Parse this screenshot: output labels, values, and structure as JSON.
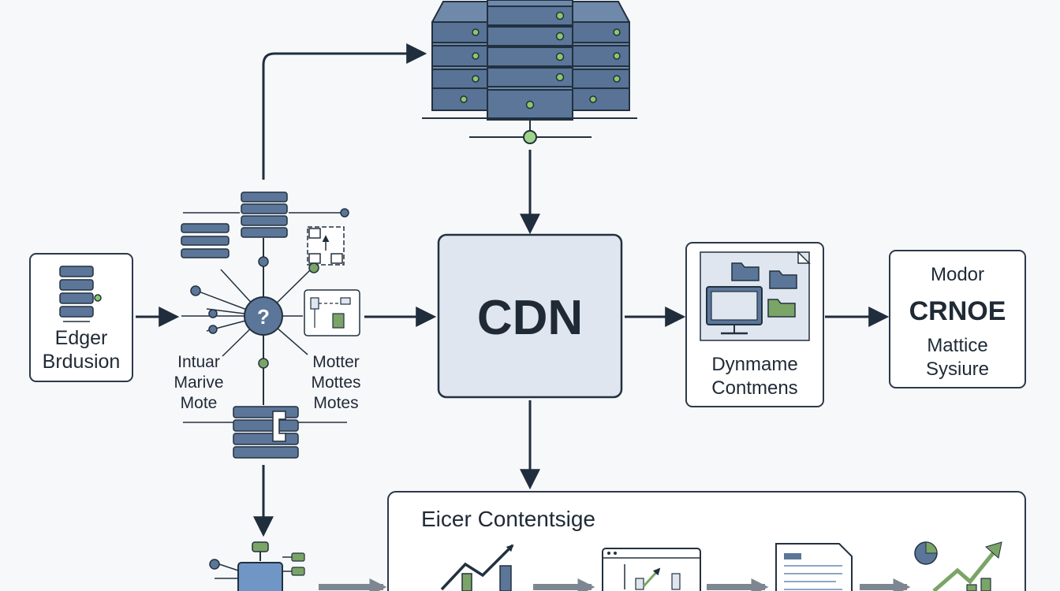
{
  "nodes": {
    "edge_box": {
      "line1": "Edger",
      "line2": "Brdusion"
    },
    "hub_left_label": {
      "line1": "Intuar",
      "line2": "Marive",
      "line3": "Mote"
    },
    "hub_right_label": {
      "line1": "Motter",
      "line2": "Mottes",
      "line3": "Motes"
    },
    "hub_center_symbol": "?",
    "cdn": {
      "label": "CDN"
    },
    "dynamic_box": {
      "line1": "Dynmame",
      "line2": "Contmens"
    },
    "modor_box": {
      "line1": "Modor",
      "line2": "CRNOE",
      "line3": "Mattice",
      "line4": "Sysiure"
    },
    "bottom_panel": {
      "title": "Eicer Contentsige"
    }
  },
  "colors": {
    "slate": "#4f6b8f",
    "slate_light": "#8ea6c2",
    "panel": "#dfe6ef",
    "green": "#7ba467",
    "arrow": "#1f2d3d",
    "arrow_gray": "#7d8792",
    "line": "#22313f"
  },
  "icons": [
    "server-rack-icon",
    "server-stack-icon",
    "network-hub-icon",
    "monitor-icon",
    "folder-icon",
    "document-icon",
    "growth-chart-icon",
    "robot-icon"
  ]
}
